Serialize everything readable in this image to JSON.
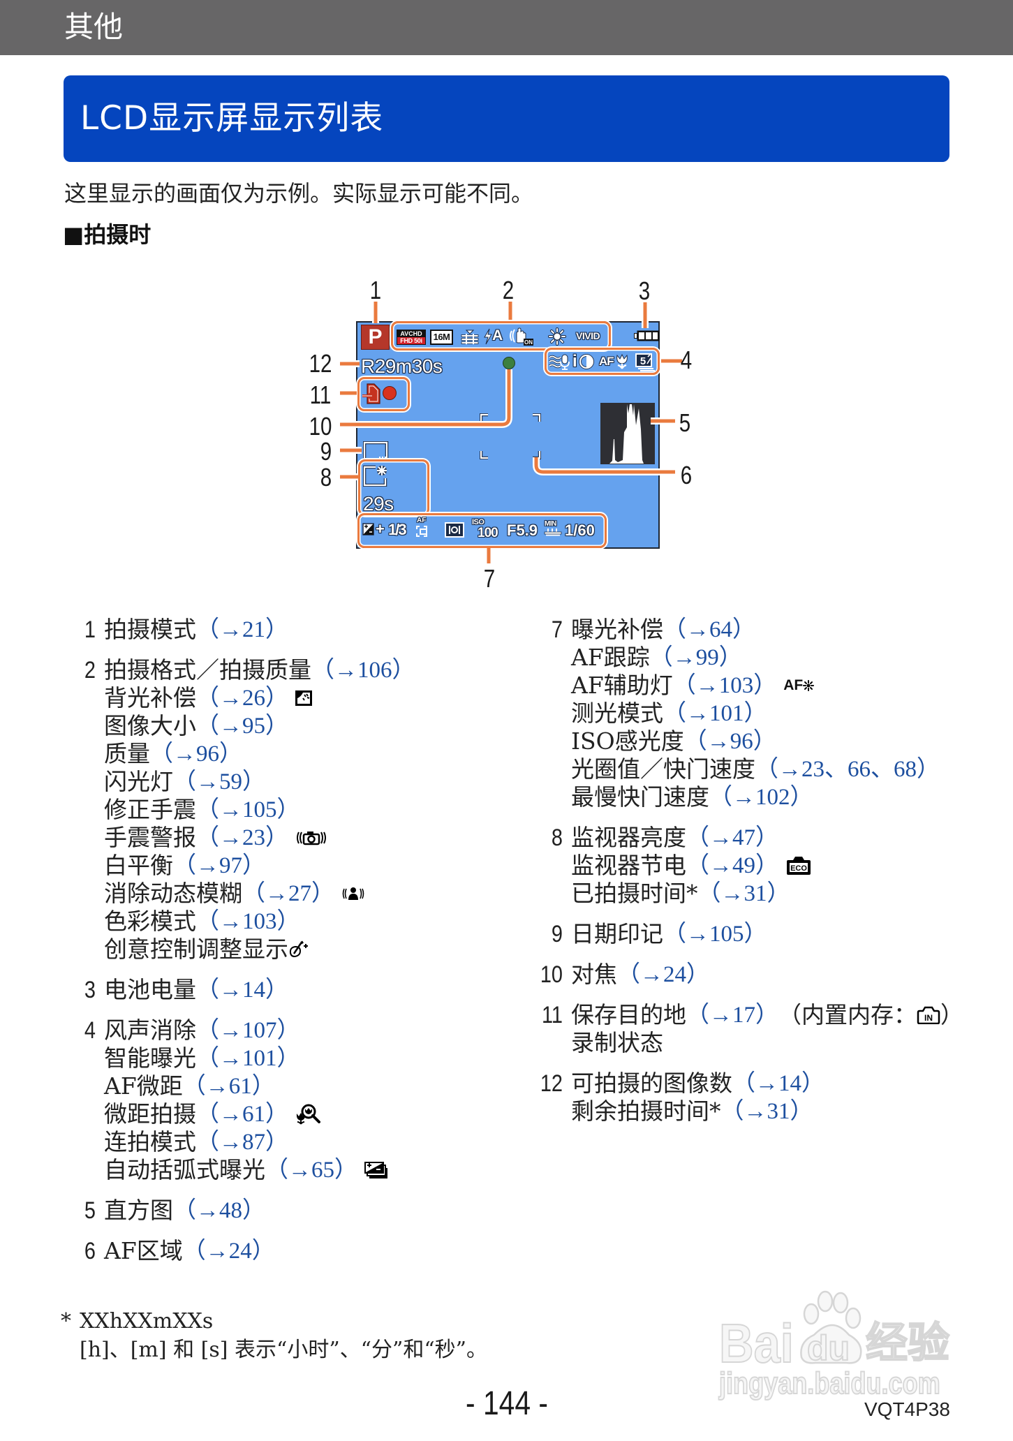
{
  "header": {
    "section_title": "其他"
  },
  "banner": {
    "title": "LCD显示屏显示列表"
  },
  "intro": "这里显示的画面仅为示例。实际显示可能不同。",
  "subheading": "■拍摄时",
  "diagram": {
    "callouts": [
      "1",
      "2",
      "3",
      "4",
      "5",
      "6",
      "7",
      "8",
      "9",
      "10",
      "11",
      "12"
    ],
    "lcd": {
      "shooting_mode": "P",
      "rec_format_top": "AVCHD",
      "rec_format_bottom": "FHD 50i",
      "picture_size": "16M",
      "flash_mode": "A",
      "stabilizer_state": "ON",
      "color_mode": "VIVID",
      "remaining": "R29m30s",
      "intelligent_exposure": "i",
      "af_macro": "AF",
      "burst_count": "5",
      "elapsed": "29s",
      "exposure_sign": "+",
      "exposure_value": "1/3",
      "af_tracking": "AF",
      "iso_label": "ISO",
      "iso_value": "100",
      "aperture": "F5.9",
      "min_label": "MIN",
      "shutter": "1/60"
    }
  },
  "legend": {
    "left": [
      {
        "num": "1",
        "lines": [
          {
            "text": "拍摄模式",
            "ref": "（→21）"
          }
        ]
      },
      {
        "num": "2",
        "lines": [
          {
            "text": "拍摄格式／拍摄质量",
            "ref": "（→106）"
          },
          {
            "text": "背光补偿",
            "ref": "（→26）",
            "icon": "backlight-compensation-icon"
          },
          {
            "text": "图像大小",
            "ref": "（→95）"
          },
          {
            "text": "质量",
            "ref": "（→96）"
          },
          {
            "text": "闪光灯",
            "ref": "（→59）"
          },
          {
            "text": "修正手震",
            "ref": "（→105）"
          },
          {
            "text": "手震警报",
            "ref": "（→23）",
            "icon": "jitter-alert-icon"
          },
          {
            "text": "白平衡",
            "ref": "（→97）"
          },
          {
            "text": "消除动态模糊",
            "ref": "（→27）",
            "icon": "motion-deblur-icon"
          },
          {
            "text": "色彩模式",
            "ref": "（→103）"
          },
          {
            "text": "创意控制调整显示",
            "icon": "creative-control-icon"
          }
        ]
      },
      {
        "num": "3",
        "lines": [
          {
            "text": "电池电量",
            "ref": "（→14）"
          }
        ]
      },
      {
        "num": "4",
        "lines": [
          {
            "text": "风声消除",
            "ref": "（→107）"
          },
          {
            "text": "智能曝光",
            "ref": "（→101）"
          },
          {
            "text": "AF微距",
            "ref": "（→61）"
          },
          {
            "text": "微距拍摄",
            "ref": "（→61）",
            "icon": "macro-zoom-icon"
          },
          {
            "text": "连拍模式",
            "ref": "（→87）"
          },
          {
            "text": "自动括弧式曝光",
            "ref": "（→65）",
            "icon": "auto-bracket-icon"
          }
        ]
      },
      {
        "num": "5",
        "lines": [
          {
            "text": "直方图",
            "ref": "（→48）"
          }
        ]
      },
      {
        "num": "6",
        "lines": [
          {
            "text": "AF区域",
            "ref": "（→24）"
          }
        ]
      }
    ],
    "right": [
      {
        "num": "7",
        "lines": [
          {
            "text": "曝光补偿",
            "ref": "（→64）"
          },
          {
            "text": "AF跟踪",
            "ref": "（→99）"
          },
          {
            "text": "AF辅助灯",
            "ref": "（→103）",
            "icon": "af-assist-lamp-icon",
            "icon_label": "AF"
          },
          {
            "text": "测光模式",
            "ref": "（→101）"
          },
          {
            "text": "ISO感光度",
            "ref": "（→96）"
          },
          {
            "text": "光圈值／快门速度",
            "ref": "（→23、66、68）"
          },
          {
            "text": "最慢快门速度",
            "ref": "（→102）"
          }
        ]
      },
      {
        "num": "8",
        "lines": [
          {
            "text": "监视器亮度",
            "ref": "（→47）"
          },
          {
            "text": "监视器节电",
            "ref": "（→49）",
            "icon": "eco-icon",
            "icon_label": "ECO"
          },
          {
            "text": "已拍摄时间*",
            "ref": "（→31）"
          }
        ]
      },
      {
        "num": "9",
        "lines": [
          {
            "text": "日期印记",
            "ref": "（→105）"
          }
        ]
      },
      {
        "num": "10",
        "lines": [
          {
            "text": "对焦",
            "ref": "（→24）"
          }
        ]
      },
      {
        "num": "11",
        "lines": [
          {
            "text": "保存目的地",
            "ref": "（→17）",
            "suffix": "（内置内存：",
            "icon": "built-in-memory-icon",
            "icon_label": "IN",
            "suffix_end": "）"
          },
          {
            "text": "录制状态"
          }
        ]
      },
      {
        "num": "12",
        "lines": [
          {
            "text": "可拍摄的图像数",
            "ref": "（→14）"
          },
          {
            "text": "剩余拍摄时间*",
            "ref": "（→31）"
          }
        ]
      }
    ]
  },
  "footnote": {
    "mark": "*",
    "line1": "XXhXXmXXs",
    "line2": "[h]、[m] 和 [s] 表示“小时”、“分”和“秒”。"
  },
  "page_number": "- 144 -",
  "doc_code": "VQT4P38",
  "watermark": {
    "brand_left": "Bai",
    "brand_paw": "du",
    "brand_right": "经验",
    "url": "jingyan.baidu.com"
  },
  "colors": {
    "header_bg": "#676667",
    "banner_bg": "#0545be",
    "lcd_bg": "#65a2ee",
    "annotation_orange": "#ea7a3e",
    "reference_blue": "#1d4f9f",
    "mode_red": "#b5372a"
  }
}
